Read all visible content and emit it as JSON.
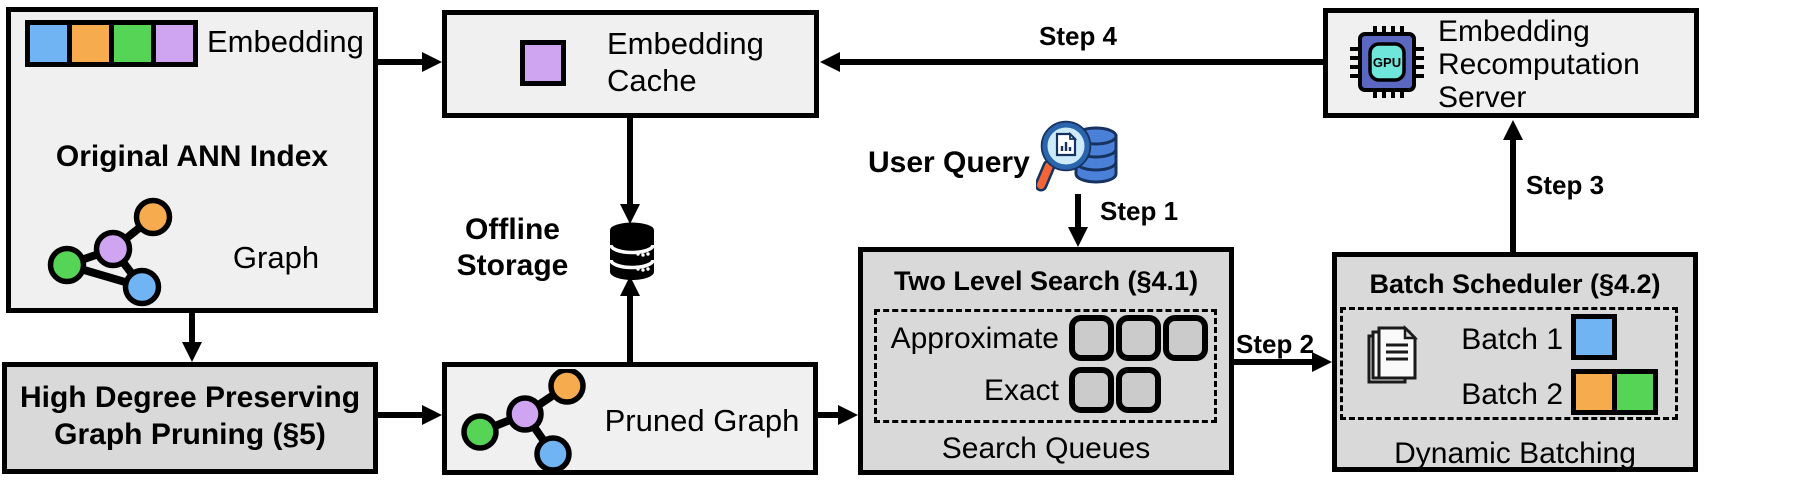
{
  "palette": {
    "blue": "#70B4F3",
    "orange": "#F7AB4F",
    "green": "#55D455",
    "purple": "#CFA5F2",
    "box_light": "#F0F0F0",
    "box_dark": "#D9D9D9",
    "queue_fill": "#CBCBCB",
    "black": "#000000",
    "gpu_body": "#5B68C2",
    "gpu_core": "#6FE6DA",
    "db_blue": "#4A80D8",
    "db_outline": "#16325F",
    "lens_fill": "#CDEAFB",
    "lens_rim": "#2A65AE",
    "handle_orange": "#F26538"
  },
  "ann_index": {
    "embedding_label": "Embedding",
    "title": "Original ANN Index",
    "graph_label": "Graph"
  },
  "embedding_cache": {
    "title": "Embedding\nCache"
  },
  "offline_storage": {
    "label": "Offline\nStorage"
  },
  "hdgp": {
    "title": "High Degree Preserving\nGraph Pruning (§5)"
  },
  "pruned_graph": {
    "label": "Pruned Graph"
  },
  "user_query": {
    "label": "User Query"
  },
  "two_level_search": {
    "title": "Two Level Search (§4.1)",
    "row1_label": "Approximate",
    "row2_label": "Exact",
    "footer": "Search Queues"
  },
  "batch_scheduler": {
    "title": "Batch Scheduler (§4.2)",
    "batch1_label": "Batch 1",
    "batch2_label": "Batch 2",
    "footer": "Dynamic Batching"
  },
  "recomputation_server": {
    "title": "Embedding\nRecomputation\nServer",
    "gpu_text": "GPU"
  },
  "steps": {
    "step1": "Step 1",
    "step2": "Step 2",
    "step3": "Step 3",
    "step4": "Step 4"
  }
}
